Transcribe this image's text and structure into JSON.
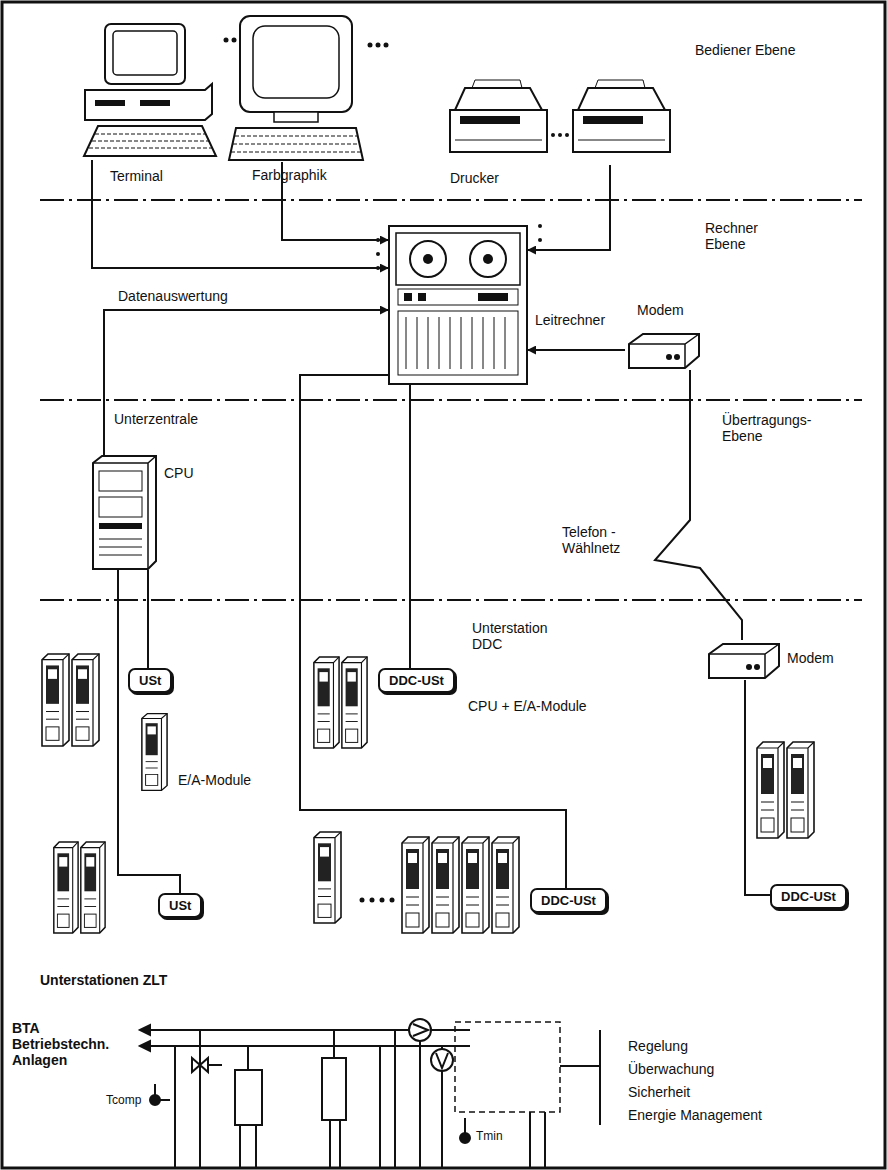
{
  "diagram": {
    "nodes": [
      {
        "text": [
          "Terminal"
        ]
      },
      {
        "text": [
          "Farbgraphik"
        ]
      },
      {
        "text": [
          "Drucker"
        ]
      },
      {
        "text": [
          "Leitrechner"
        ]
      },
      {
        "text": [
          "Modem"
        ]
      },
      {
        "text": [
          "Unterzentrale",
          "CPU"
        ]
      },
      {
        "text": [
          "Modem"
        ]
      },
      {
        "text": [
          "USt"
        ]
      },
      {
        "text": [
          "DDC-USt"
        ]
      },
      {
        "text": [
          "USt"
        ]
      },
      {
        "text": [
          "DDC-USt"
        ]
      },
      {
        "text": [
          "DDC-USt"
        ]
      }
    ],
    "edges": [
      {
        "from": 0,
        "to": 3,
        "arrow": "to"
      },
      {
        "from": 1,
        "to": 3,
        "arrow": "to"
      },
      {
        "from": 2,
        "to": 3,
        "arrow": "to"
      },
      {
        "from": 4,
        "to": 3,
        "arrow": "to"
      },
      {
        "from": 4,
        "to": 6,
        "label": "Telefon - Wählnetz",
        "arrow": "none"
      },
      {
        "from": 6,
        "to": 11,
        "arrow": "none"
      },
      {
        "from": 5,
        "to": 3,
        "label": "Datenauswertung",
        "arrow": "to"
      },
      {
        "from": 5,
        "to": 7,
        "arrow": "none"
      },
      {
        "from": 5,
        "to": 9,
        "arrow": "none"
      },
      {
        "from": 3,
        "to": 8,
        "arrow": "none"
      },
      {
        "from": 3,
        "to": 10,
        "arrow": "none"
      }
    ],
    "labels": [
      "Bediener Ebene",
      "Rechner Ebene",
      "Übertragungs-Ebene",
      "Unterstation DDC",
      "CPU + E/A-Module",
      "E/A-Module",
      "Unterstationen ZLT",
      "BTA Betriebstechn. Anlagen",
      "Regelung",
      "Überwachung",
      "Sicherheit",
      "Energie Management",
      "Tcomp",
      "Tmin"
    ]
  }
}
